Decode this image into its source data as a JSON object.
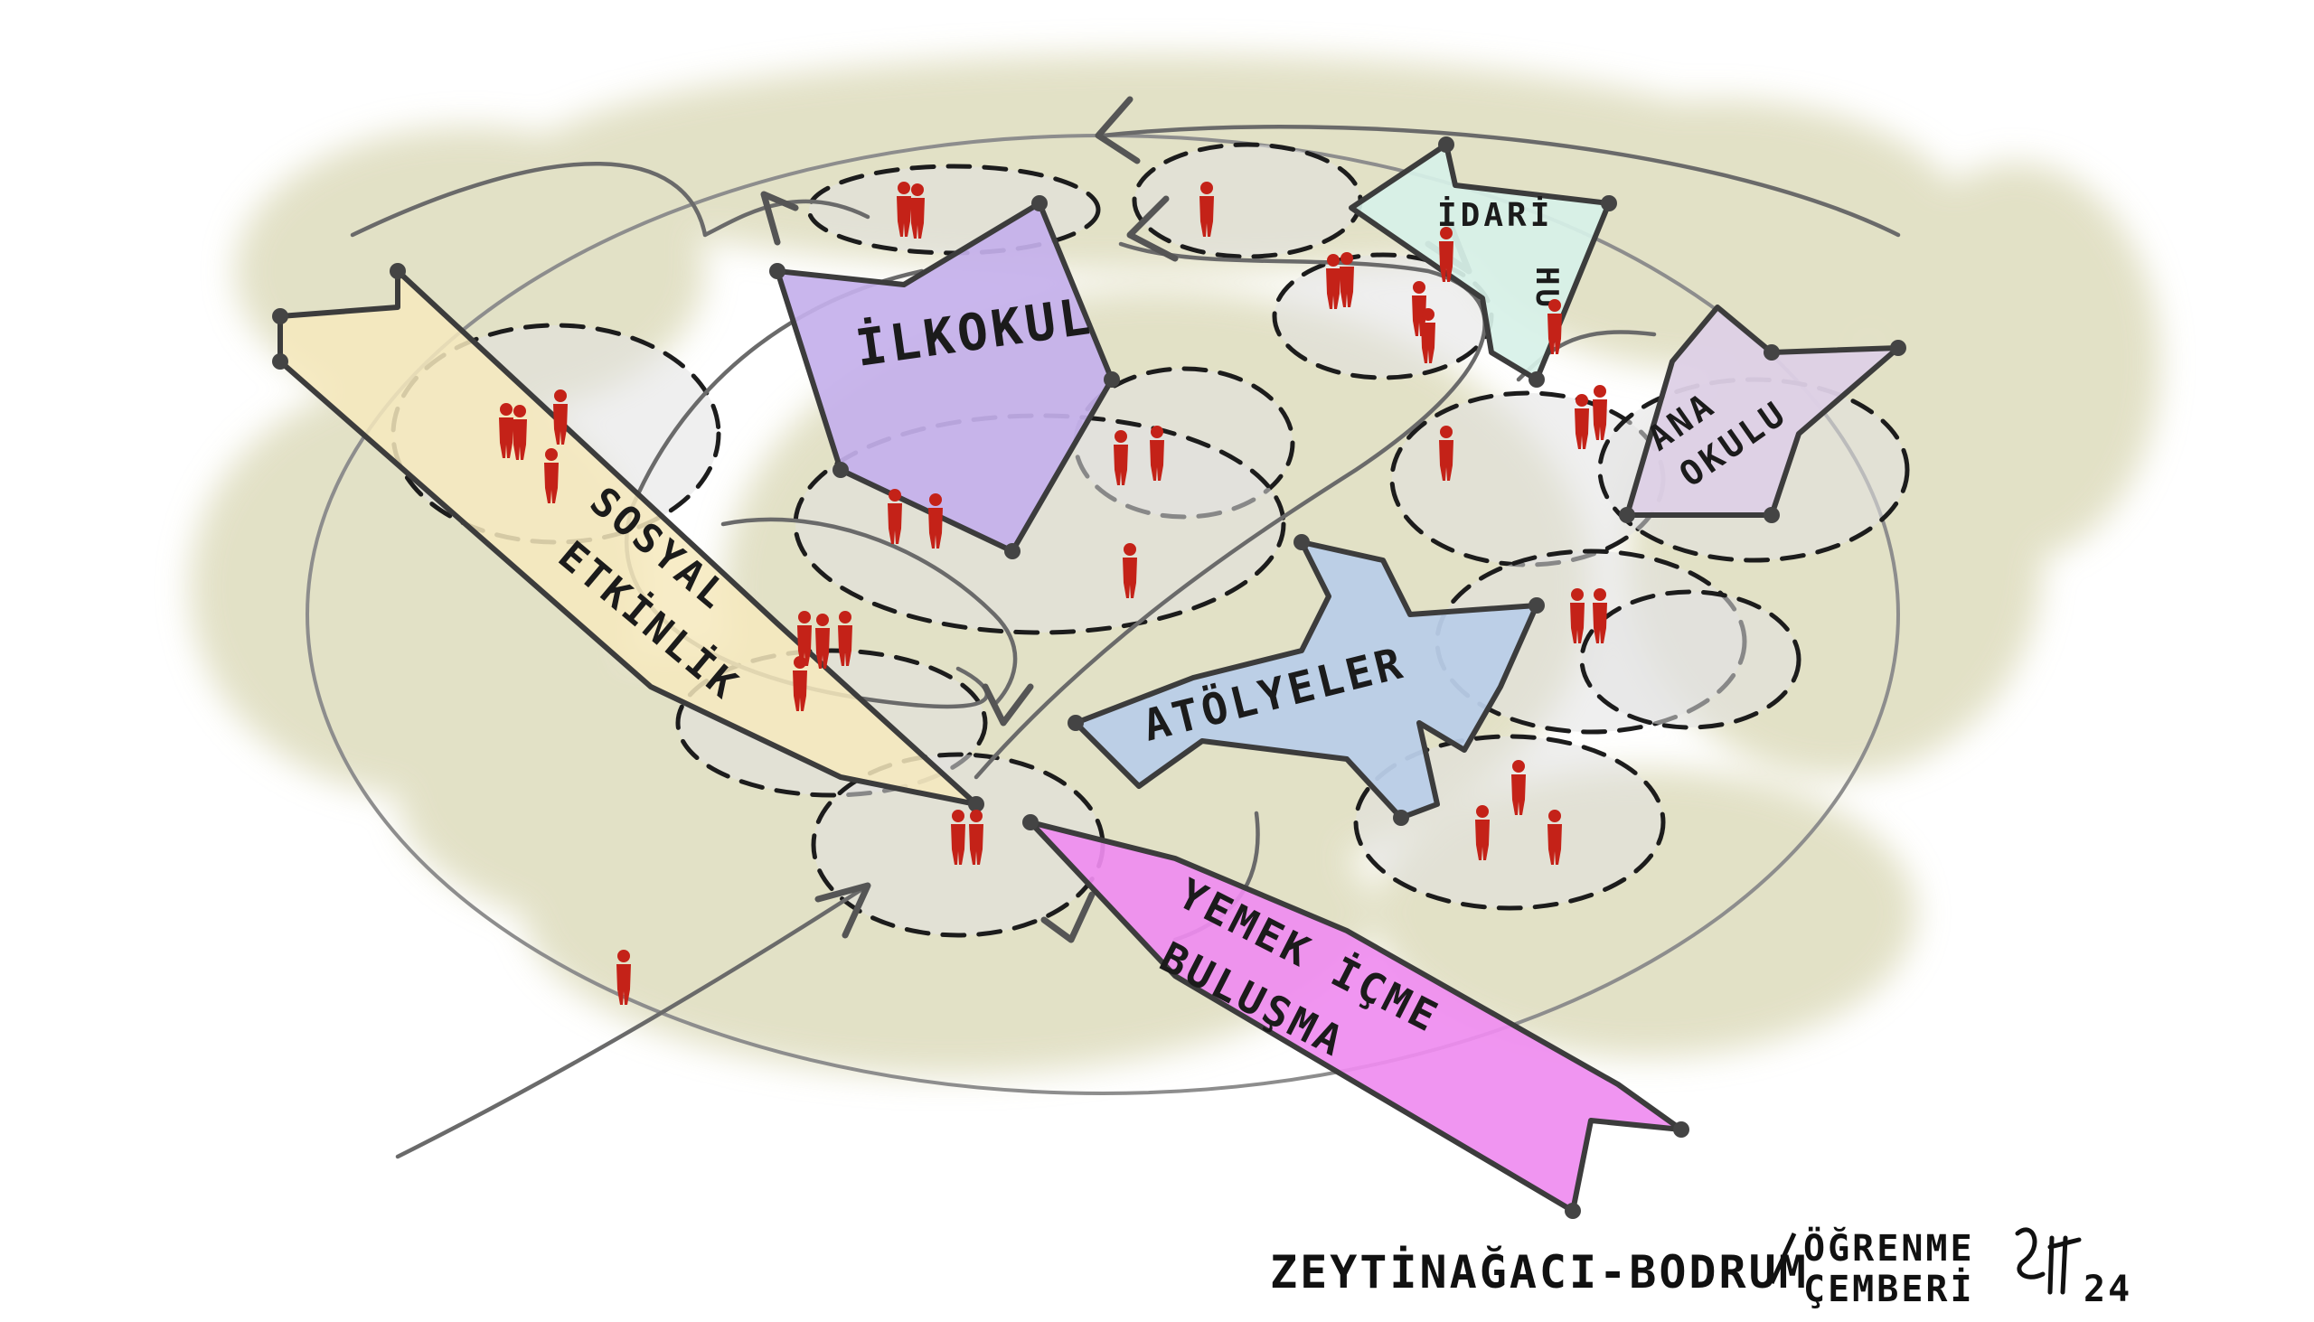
{
  "colors": {
    "olive_wash": "#d9d7b4",
    "ilkokul": "#c4b0ec",
    "idari": "#d7f1e8",
    "ana_okulu": "#ddd0e6",
    "sosyal": "#f6e9bd",
    "atolyeler": "#b9cde8",
    "yemek": "#ef8cf0",
    "people": "#c42218",
    "ink": "#1b1b1b"
  },
  "labels": {
    "ilkokul": "İLKOKUL",
    "idari_line1": "İDARİ",
    "idari_line2": "HU",
    "ana_line1": "ANA",
    "ana_line2": "OKULU",
    "sosyal_line1": "SOSYAL",
    "sosyal_line2": "ETKİNLİK",
    "atolyeler": "ATÖLYELER",
    "yemek_line1": "YEMEK İÇME",
    "yemek_line2": "BULUŞMA"
  },
  "caption": {
    "place": "ZEYTİNAĞACI-BODRUM",
    "line1": "ÖĞRENME",
    "line2": "ÇEMBERİ",
    "signature": "24"
  }
}
